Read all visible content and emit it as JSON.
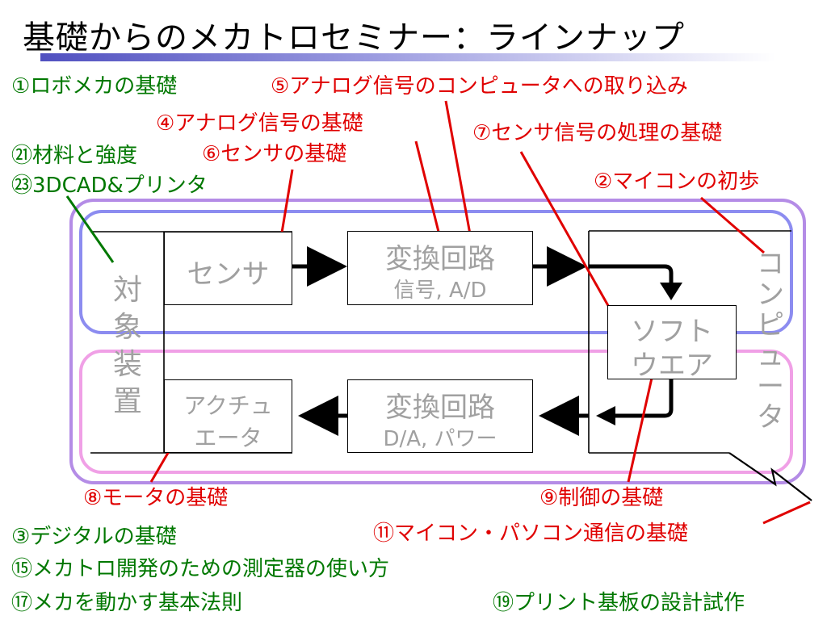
{
  "title": "基礎からのメカトロセミナー：ラインナップ",
  "labels": {
    "l1": "①ロボメカの基礎",
    "l21": "㉑材料と強度",
    "l23": "㉓3DCAD&プリンタ",
    "l5": "⑤アナログ信号のコンピュータへの取り込み",
    "l4": "④アナログ信号の基礎",
    "l6": "⑥センサの基礎",
    "l7": "⑦センサ信号の処理の基礎",
    "l2": "②マイコンの初歩",
    "l8": "⑧モータの基礎",
    "l9": "⑨制御の基礎",
    "l11": "⑪マイコン・パソコン通信の基礎",
    "l3": "③デジタルの基礎",
    "l15": "⑮メカトロ開発のための測定器の使い方",
    "l17": "⑰メカを動かす基本法則",
    "l19": "⑲プリント基板の設計試作"
  },
  "diagram": {
    "target": [
      "対",
      "象",
      "装",
      "置"
    ],
    "sensor": "センサ",
    "conv_in_title": "変換回路",
    "conv_in_sub": "信号, A/D",
    "conv_out_title": "変換回路",
    "conv_out_sub": "D/A, パワー",
    "actuator_1": "アクチュ",
    "actuator_2": "エータ",
    "software_1": "ソフト",
    "software_2": "ウエア",
    "computer": [
      "コ",
      "ン",
      "ピ",
      "ュ",
      "ー",
      "タ"
    ]
  },
  "colors": {
    "red_label": "#e00000",
    "green_label": "#007800",
    "blue_loop": "#8c8cf0",
    "pink_loop": "#f0a0e6",
    "outer_loop": "#b48ce6"
  }
}
